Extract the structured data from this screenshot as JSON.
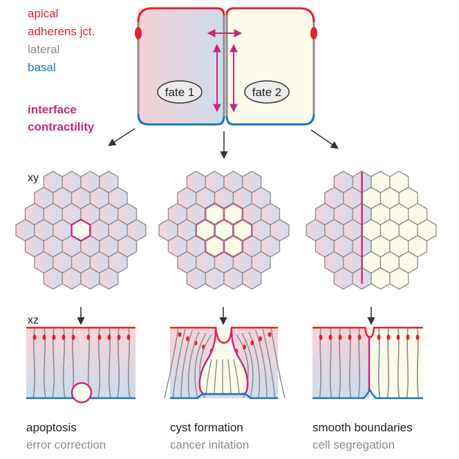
{
  "legend": {
    "apical": "apical",
    "adherens": "adherens jct.",
    "lateral": "lateral",
    "basal": "basal",
    "interface_line1": "interface",
    "interface_line2": "contractility"
  },
  "cells": {
    "fate1": "fate 1",
    "fate2": "fate 2"
  },
  "view_labels": {
    "xy": "xy",
    "xz": "xz"
  },
  "outcomes": [
    {
      "title": "apoptosis",
      "subtitle": "error correction"
    },
    {
      "title": "cyst formation",
      "subtitle": "cancer initation"
    },
    {
      "title": "smooth boundaries",
      "subtitle": "cell segregation"
    }
  ],
  "colors": {
    "apical": "#e8202a",
    "lateral": "#8c8c8c",
    "basal": "#1b75bb",
    "interface": "#c8287c",
    "fate1_pink": "#f6d2d8",
    "fate1_blue": "#cddcec",
    "fate2": "#fdfbe9"
  }
}
